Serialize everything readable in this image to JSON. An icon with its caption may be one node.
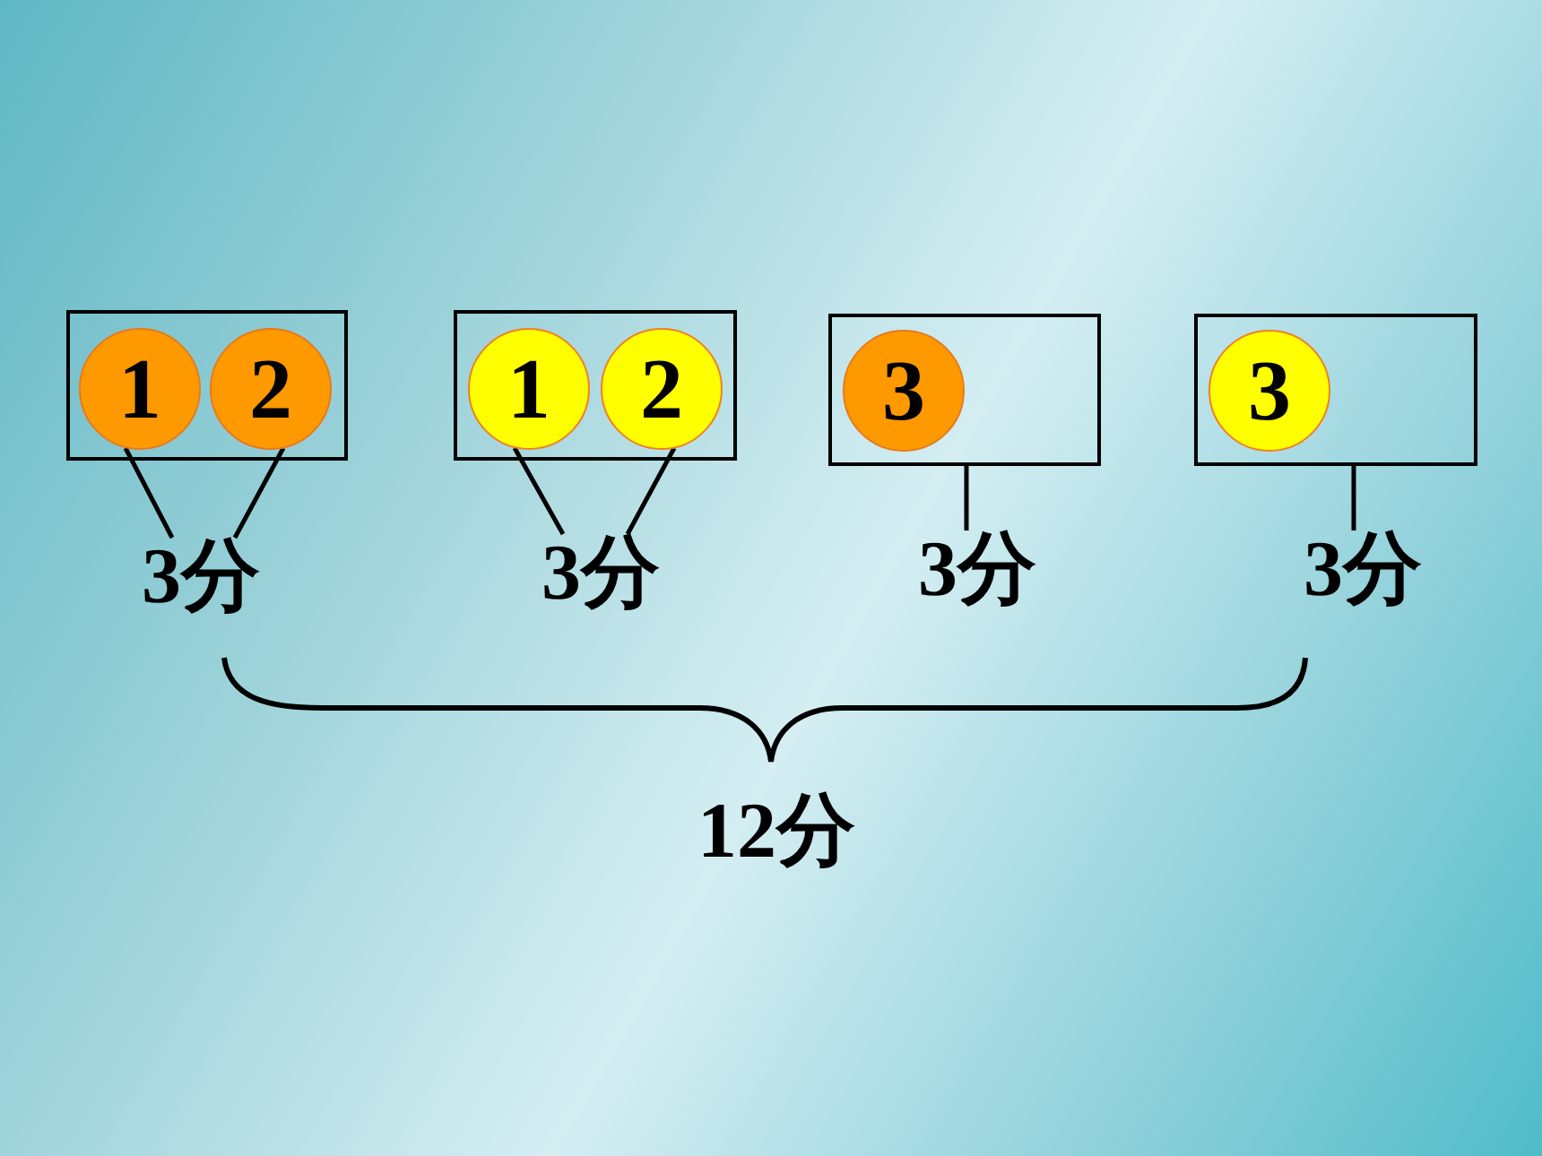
{
  "diagram": {
    "nodes": [
      {
        "text": [],
        "shape": "box"
      },
      {
        "text": [
          "1"
        ],
        "in": 0
      },
      {
        "text": [
          "2"
        ],
        "in": 0
      },
      {
        "text": [],
        "shape": "box"
      },
      {
        "text": [
          "1"
        ],
        "in": 3
      },
      {
        "text": [
          "2"
        ],
        "in": 3
      },
      {
        "text": [],
        "shape": "box"
      },
      {
        "text": [
          "3"
        ],
        "in": 6
      },
      {
        "text": [],
        "shape": "box"
      },
      {
        "text": [
          "3"
        ],
        "in": 8
      },
      {
        "text": [
          "3分"
        ]
      },
      {
        "text": [
          "3分"
        ]
      },
      {
        "text": [
          "3分"
        ]
      },
      {
        "text": [
          "3分"
        ]
      }
    ],
    "edges": [
      {
        "from": 1,
        "to": 10,
        "arrow": "none"
      },
      {
        "from": 2,
        "to": 10,
        "arrow": "none"
      },
      {
        "from": 4,
        "to": 11,
        "arrow": "none"
      },
      {
        "from": 5,
        "to": 11,
        "arrow": "none"
      },
      {
        "from": 6,
        "to": 12,
        "arrow": "none"
      },
      {
        "from": 8,
        "to": 13,
        "arrow": "none"
      }
    ],
    "labels": [
      "12分"
    ]
  }
}
